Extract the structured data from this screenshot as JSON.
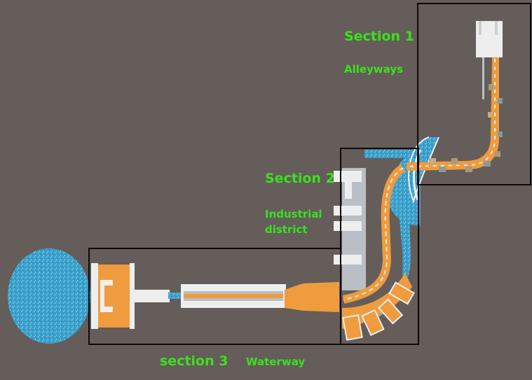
{
  "colors": {
    "background": "#655d59",
    "label": "#39e11f",
    "frame": "#0b0b0b",
    "path": "#ef9b3e",
    "water": "#3aa0cc",
    "structure": "#eeeeee",
    "wall": "#b9bfc4"
  },
  "sections": [
    {
      "title": "Section 1",
      "subtitle": "Alleyways"
    },
    {
      "title": "Section 2",
      "subtitle_line1": "Industrial",
      "subtitle_line2": "district"
    },
    {
      "title": "section 3",
      "subtitle": "Waterway"
    }
  ]
}
